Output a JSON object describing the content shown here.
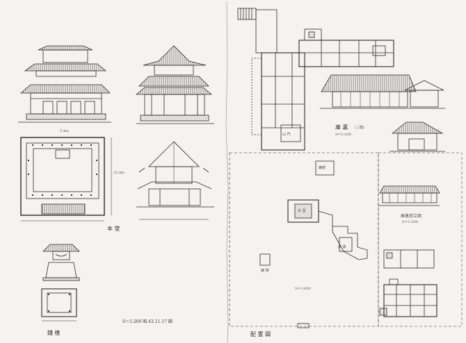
{
  "labels": {
    "hondo": "本 堂",
    "hondo_scale": "S＝1:200 昭.43.11.17 図",
    "shoro": "鐘 楼",
    "haichizu": "配 置 図",
    "kuri": "庫 裏",
    "kuri_sub": "(二階)",
    "kuri_scale": "S＝1:200",
    "kuri_minami": "庫裏南立面",
    "kuri_minami_scale": "S＝1:200",
    "site_scale": "S＝1:600",
    "site_shoro": "鐘 楼",
    "site_shoro_small": "鐘楼",
    "site_hondo": "本 堂",
    "site_kuri": "庫 裏",
    "site_sanmon": "山 門",
    "dim_width": "5.4m",
    "dim_depth": "32.8m"
  },
  "colors": {
    "paper": "#f4f3ef",
    "ink": "#2a2a2a",
    "light_ink": "#8a8a8a"
  }
}
